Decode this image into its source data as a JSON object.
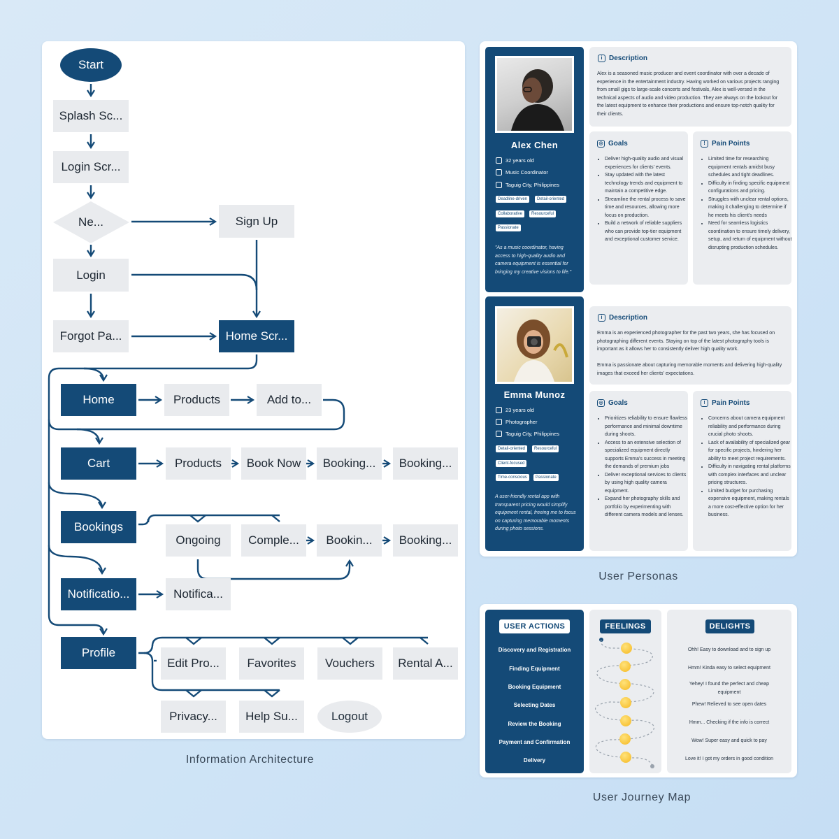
{
  "ia": {
    "caption": "Information Architecture",
    "start": "Start",
    "splash": "Splash Sc...",
    "login_screen": "Login Scr...",
    "decision": "Ne...",
    "sign_up": "Sign Up",
    "login": "Login",
    "forgot": "Forgot Pa...",
    "home_screen": "Home Scr...",
    "home": "Home",
    "home_products": "Products",
    "add_to": "Add to...",
    "cart": "Cart",
    "cart_products": "Products",
    "book_now": "Book Now",
    "booking_1": "Booking...",
    "booking_2": "Booking...",
    "bookings": "Bookings",
    "ongoing": "Ongoing",
    "completed": "Comple...",
    "bookin": "Bookin...",
    "booking_3": "Booking...",
    "notifications": "Notificatio...",
    "notifica": "Notifica...",
    "profile": "Profile",
    "edit_profile": "Edit Pro...",
    "favorites": "Favorites",
    "vouchers": "Vouchers",
    "rental": "Rental A...",
    "privacy": "Privacy...",
    "help": "Help Su...",
    "logout": "Logout"
  },
  "personas": {
    "caption": "User Personas",
    "alex": {
      "name": "Alex Chen",
      "age": "32 years old",
      "job": "Music Coordinator",
      "location": "Taguig City, Philippines",
      "tags": [
        "Deadline-driven",
        "Detail-oriented",
        "Collaborative",
        "Resourceful",
        "Passionate"
      ],
      "quote": "\"As a music coordinator, having access to high-quality audio and camera equipment is essential for bringing my creative visions to life.\"",
      "description_title": "Description",
      "description": "Alex is a seasoned music producer and event coordinator with over a decade of experience in the entertainment industry. Having worked on various projects ranging from small gigs to large-scale concerts and festivals, Alex is well-versed in the technical aspects of audio and video production. They are always on the lookout for the latest equipment to enhance their productions and ensure top-notch quality for their clients.",
      "goals_title": "Goals",
      "goals": [
        "Deliver high-quality audio and visual experiences for clients' events.",
        "Stay updated with the latest technology trends and equipment to maintain a competitive edge.",
        "Streamline the rental process to save time and resources, allowing more focus on production.",
        "Build a network of reliable suppliers who can provide top-tier equipment and exceptional customer service."
      ],
      "pain_title": "Pain Points",
      "pains": [
        "Limited time for researching equipment rentals amidst busy schedules and tight deadlines.",
        "Difficulty in finding specific equipment configurations and pricing.",
        "Struggles with unclear rental options, making it challenging to determine if he meets his client's needs",
        "Need for seamless logistics coordination to ensure timely delivery, setup, and return of equipment without disrupting production schedules."
      ]
    },
    "emma": {
      "name": "Emma Munoz",
      "age": "23 years old",
      "job": "Photographer",
      "location": "Taguig City, Philippines",
      "tags": [
        "Detail-oriented",
        "Resourceful",
        "Client-focused",
        "Time-conscious",
        "Passionate"
      ],
      "quote": "A user-friendly rental app with transparent pricing would simplify equipment rental, freeing me to focus on capturing memorable moments during photo sessions.",
      "description_title": "Description",
      "description_1": "Emma is an experienced photographer for the past two years, she has focused on photographing different events. Staying on top of the latest photography tools is important as it allows her to consistently deliver high quality work.",
      "description_2": "Emma is passionate about capturing memorable moments and delivering high-quality images that exceed her clients' expectations.",
      "goals_title": "Goals",
      "goals": [
        "Prioritizes reliability to ensure flawless performance and minimal downtime during shoots.",
        "Access to an extensive selection of specialized equipment directly supports Emma's success in meeting the demands of premium jobs",
        "Deliver exceptional services to clients by using high quality camera equipment.",
        "Expand her photography skills and portfolio by experimenting with different camera models and lenses."
      ],
      "pain_title": "Pain Points",
      "pains": [
        "Concerns about camera equipment reliability and performance during crucial photo shoots.",
        "Lack of availability of specialized gear for specific projects, hindering her ability to meet project requirements.",
        "Difficulty in navigating rental platforms with complex interfaces and unclear pricing structures.",
        "Limited budget for purchasing expensive equipment, making rentals a more cost-effective option for her business."
      ]
    }
  },
  "journey": {
    "caption": "User Journey Map",
    "actions_title": "USER ACTIONS",
    "feelings_title": "FEELINGS",
    "delights_title": "DELIGHTS",
    "actions": [
      "Discovery and Registration",
      "Finding Equipment",
      "Booking Equipment",
      "Selecting Dates",
      "Review the Booking",
      "Payment and Confirmation",
      "Delivery"
    ],
    "delights": [
      "Ohh! Easy to download and to sign up",
      "Hmm! Kinda easy to select equipment",
      "Yehey! I found the perfect and cheap equipment",
      "Phew! Relieved to see open dates",
      "Hmm... Checking if the info is correct",
      "Wow! Super easy and quick to pay",
      "Love it! I got my orders in good condition"
    ]
  }
}
